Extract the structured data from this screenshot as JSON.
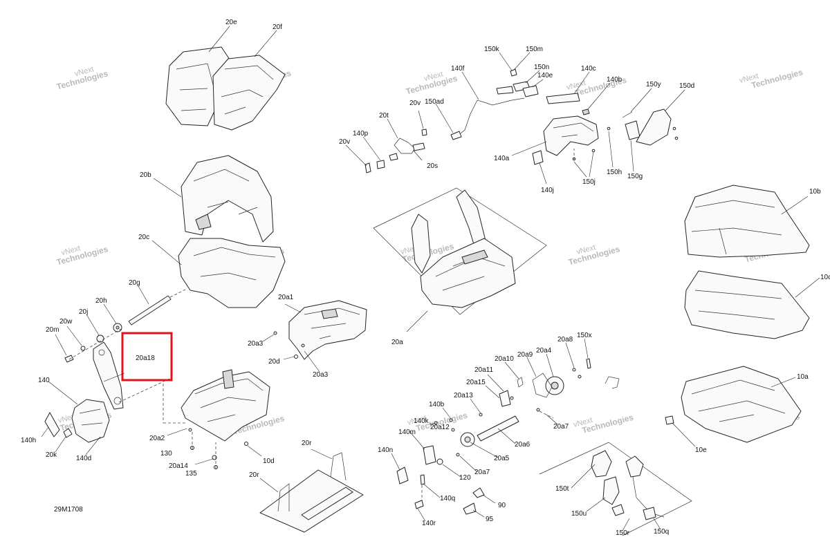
{
  "drawing_code": "29M1708",
  "watermark": {
    "line1": "vNext",
    "line2": "Technologies"
  },
  "highlight": {
    "label": "20a18",
    "color": "#e0141c"
  },
  "labels": {
    "20e": "20e",
    "20f": "20f",
    "20b": "20b",
    "20c": "20c",
    "20g": "20g",
    "20h": "20h",
    "20j": "20j",
    "20w": "20w",
    "20m": "20m",
    "140": "140",
    "140h": "140h",
    "20k": "20k",
    "140d": "140d",
    "20a18": "20a18",
    "20a1": "20a1",
    "20a3_left": "20a3",
    "20d": "20d",
    "20a3_right": "20a3",
    "20a2": "20a2",
    "130": "130",
    "20a14": "20a14",
    "135": "135",
    "10d": "10d",
    "20r_top": "20r",
    "20r_bottom": "20r",
    "20v_left": "20v",
    "140p": "140p",
    "20t": "20t",
    "20v_top": "20v",
    "150ad": "150ad",
    "20s": "20s",
    "140f": "140f",
    "150k": "150k",
    "150m": "150m",
    "150n": "150n",
    "140e": "140e",
    "140c": "140c",
    "140b_top": "140b",
    "150y": "150y",
    "150d": "150d",
    "140a": "140a",
    "140j": "140j",
    "150j": "150j",
    "150h": "150h",
    "150g": "150g",
    "10b": "10b",
    "10c": "10c",
    "20a": "20a",
    "20a10": "20a10",
    "20a9": "20a9",
    "20a4": "20a4",
    "20a8": "20a8",
    "150x": "150x",
    "20a11": "20a11",
    "20a15": "20a15",
    "20a13": "20a13",
    "20a7_top": "20a7",
    "140b_mid": "140b",
    "140k": "140k",
    "20a12": "20a12",
    "140m": "140m",
    "20a6": "20a6",
    "20a5": "20a5",
    "140n": "140n",
    "20a7_bottom": "20a7",
    "120": "120",
    "140q": "140q",
    "90": "90",
    "140r": "140r",
    "95": "95",
    "10a": "10a",
    "10e": "10e",
    "150t": "150t",
    "150u": "150u",
    "150r": "150r",
    "150q": "150q"
  }
}
